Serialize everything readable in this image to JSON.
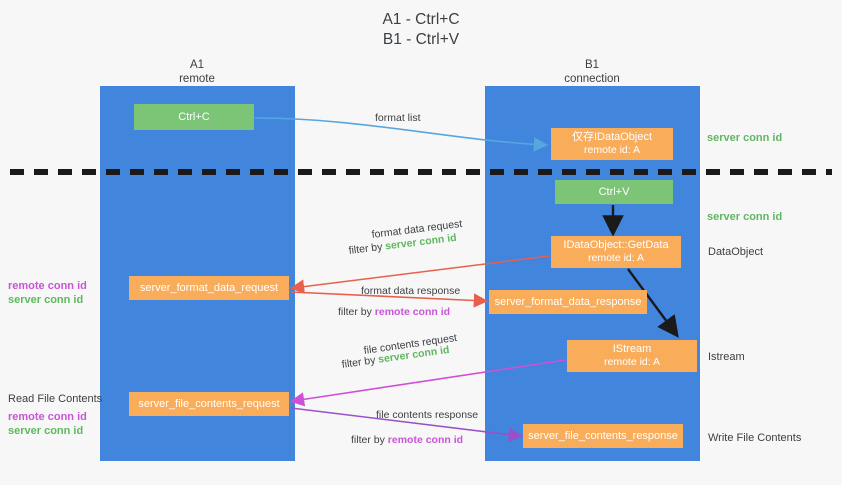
{
  "title": {
    "line1": "A1 - Ctrl+C",
    "line2": "B1 - Ctrl+V"
  },
  "lanes": [
    {
      "name": "A1",
      "sub": "remote",
      "color": "#4285dd"
    },
    {
      "name": "B1",
      "sub": "connection",
      "color": "#4285dd"
    }
  ],
  "colors": {
    "lane": "#4285dd",
    "green_box": "#7cc576",
    "orange_box": "#f9ad5a",
    "green_text": "#5fb75f",
    "purple_text": "#c755d6",
    "blue_arrow": "#55a7e0",
    "red_arrow": "#e8604c",
    "magenta_arrow": "#cf4fd6",
    "purple_arrow": "#9b4fc9",
    "black": "#1a1a1a",
    "background": "#f7f7f8"
  },
  "boxes": {
    "ctrl_c": "Ctrl+C",
    "ctrl_v": "Ctrl+V",
    "idataobject_l1": "仅存IDataObject",
    "idataobject_l2": "remote id: A",
    "getdata_l1": "IDataObject::GetData",
    "getdata_l2": "remote id: A",
    "istream_l1": "IStream",
    "istream_l2": "remote id: A",
    "server_format_data_request": "server_format_data_request",
    "server_format_data_response": "server_format_data_response",
    "server_file_contents_request": "server_file_contents_request",
    "server_file_contents_response": "server_file_contents_response"
  },
  "captions": {
    "format_list": "format list",
    "format_data_request": "format data request",
    "filter_by_prefix": "filter by ",
    "server_conn_id": "server conn id",
    "remote_conn_id": "remote conn id",
    "format_data_response": "format data response",
    "file_contents_request": "file contents request",
    "file_contents_response": "file contents response"
  },
  "side_labels": {
    "server_conn_id_top": "server conn id",
    "server_conn_id_mid": "server conn id",
    "dataobject": "DataObject",
    "istream": "Istream",
    "write_file_contents": "Write File Contents",
    "read_file_contents": "Read File Contents",
    "remote_conn_id": "remote conn id",
    "server_conn_id": "server conn id"
  },
  "divider": {
    "style": "dashed",
    "color": "#1a1a1a"
  }
}
